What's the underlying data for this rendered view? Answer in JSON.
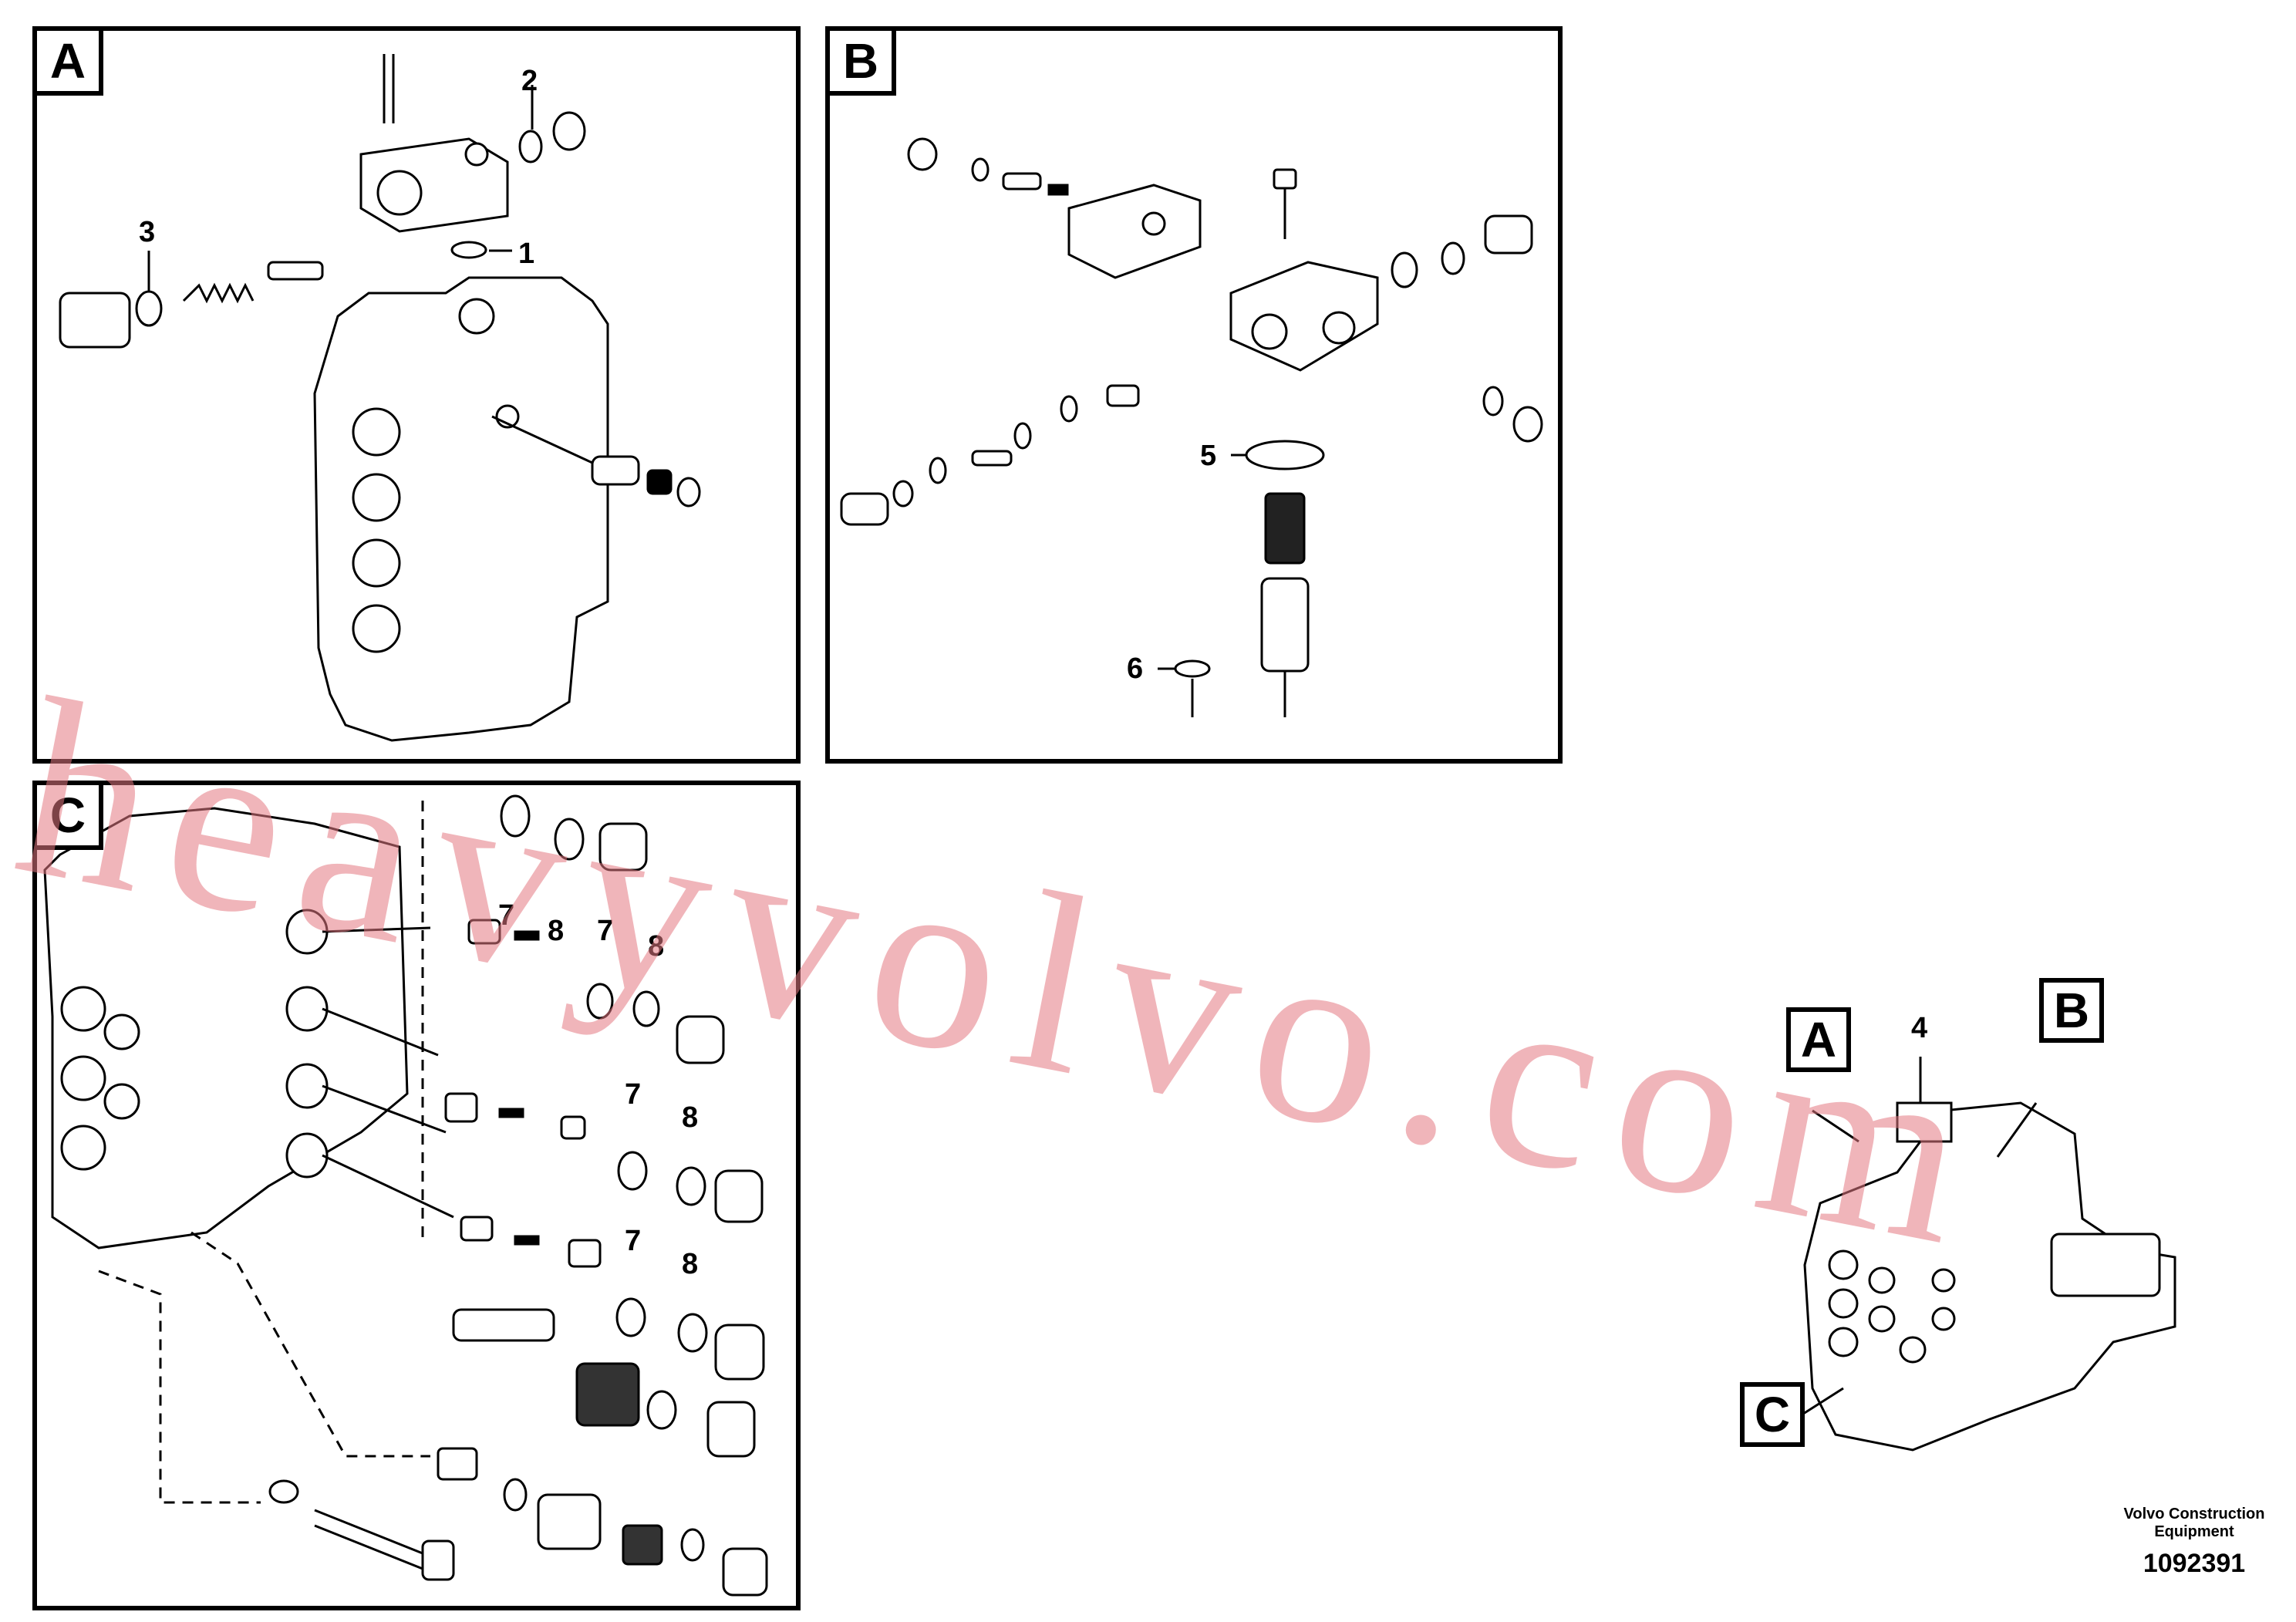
{
  "panels": {
    "a": {
      "label": "A",
      "callouts": [
        "1",
        "2",
        "3"
      ]
    },
    "b": {
      "label": "B",
      "callouts": [
        "5",
        "6"
      ]
    },
    "c": {
      "label": "C",
      "callouts": [
        "7",
        "8",
        "7",
        "8",
        "7",
        "8",
        "7",
        "8"
      ]
    }
  },
  "overview": {
    "labels": [
      "A",
      "B",
      "C"
    ],
    "callout": "4"
  },
  "footer": {
    "company": "Volvo Construction Equipment",
    "drawing_number": "1092391"
  },
  "watermark": "heavyvolvo.com"
}
